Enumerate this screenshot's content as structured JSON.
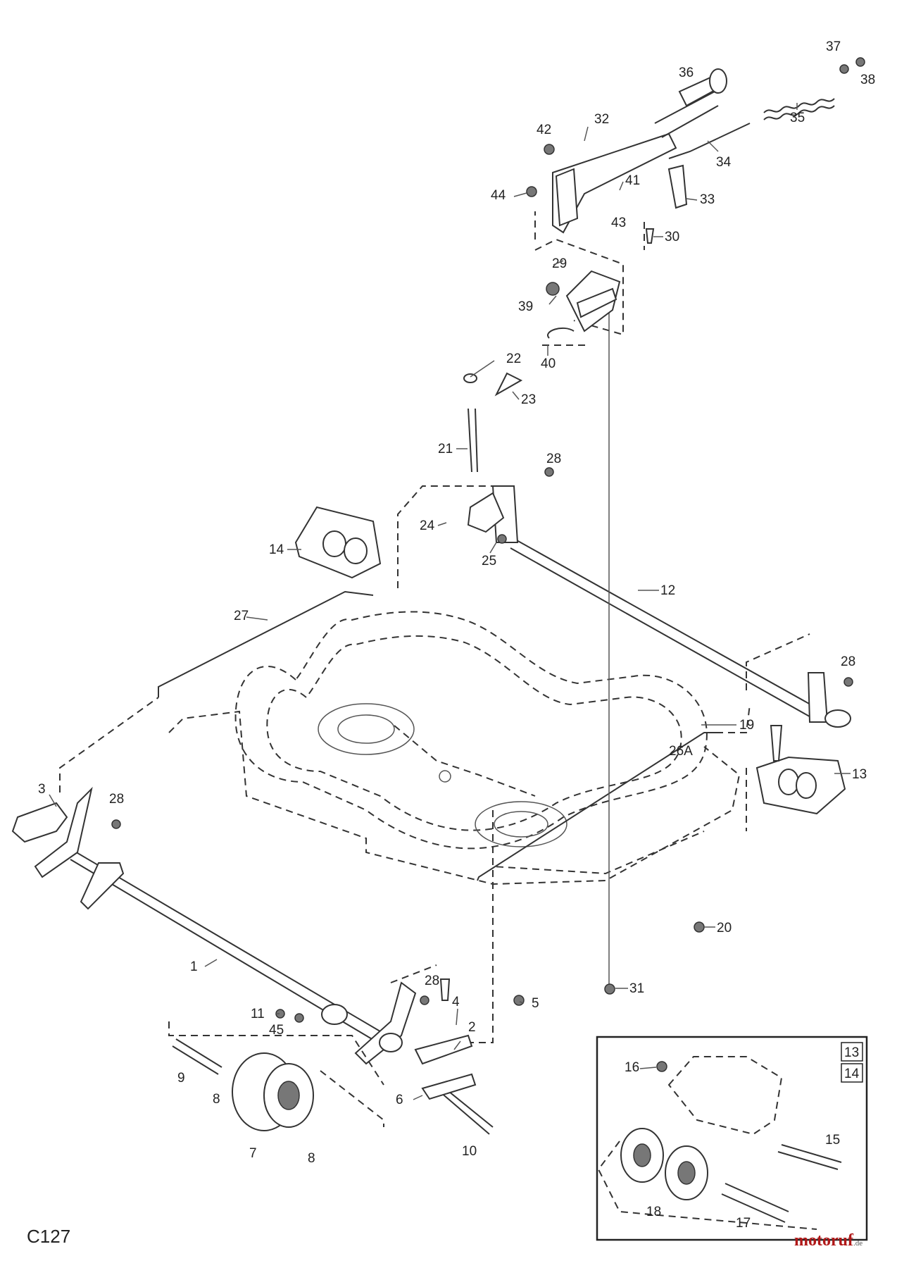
{
  "diagram_code": "C127",
  "watermark": {
    "main": "motoruf",
    "suffix": ".de"
  },
  "inset_refs": [
    "13",
    "14"
  ],
  "part_labels": [
    "1",
    "2",
    "3",
    "4",
    "5",
    "6",
    "7",
    "8",
    "9",
    "10",
    "11",
    "12",
    "13",
    "14",
    "15",
    "16",
    "17",
    "18",
    "19",
    "20",
    "21",
    "22",
    "23",
    "24",
    "25",
    "26A",
    "27",
    "28",
    "29",
    "30",
    "31",
    "32",
    "33",
    "34",
    "35",
    "36",
    "37",
    "38",
    "39",
    "40",
    "41",
    "42",
    "43",
    "44",
    "45"
  ]
}
